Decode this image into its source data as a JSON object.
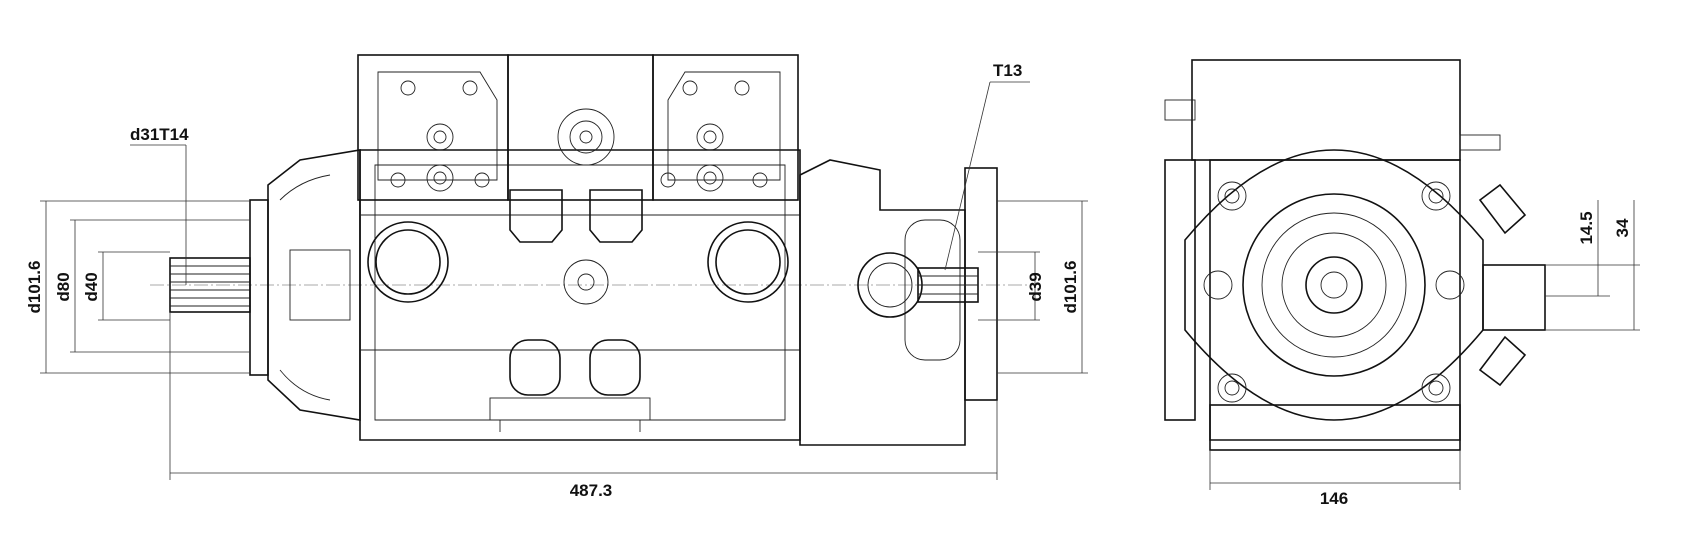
{
  "drawing": {
    "side_view": {
      "input_shaft_spline": "d31T14",
      "rear_spline": "T13",
      "flange_diameter_left": "d101.6",
      "pilot_diameter": "d80",
      "shaft_relief_diameter": "d40",
      "rear_bore_diameter": "d39",
      "flange_diameter_right": "d101.6",
      "overall_length": "487.3"
    },
    "end_view": {
      "width": "146",
      "port_offset": "14.5",
      "port_height": "34"
    }
  }
}
